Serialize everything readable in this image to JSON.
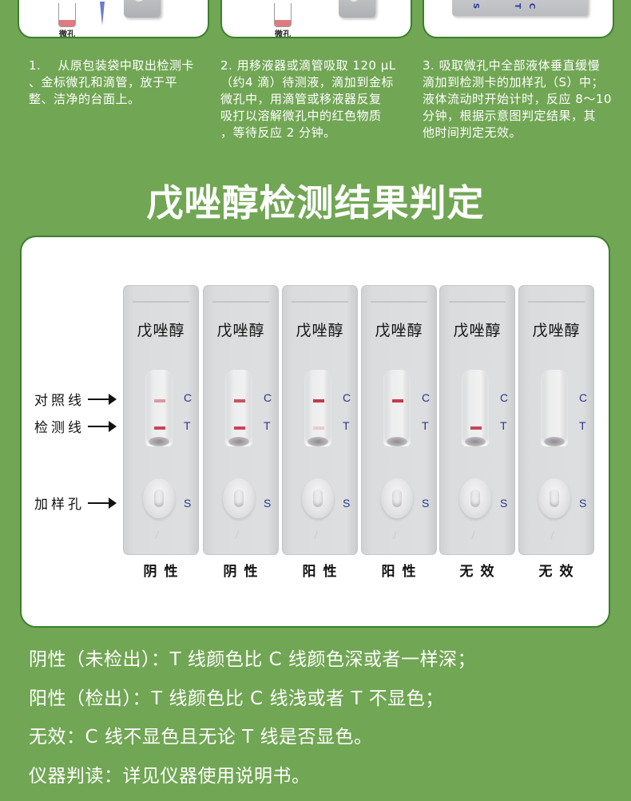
{
  "top_steps": [
    {
      "image_label": "微孔",
      "text": "1.    从原包装袋中取出检测卡、金标微孔和滴管，放于平整、洁净的台面上。"
    },
    {
      "image_label": "微孔",
      "text": "2. 用移液器或滴管吸取 120 μL（约4 滴）待测液，滴加到金标微孔中，用滴管或移液器反复吸打以溶解微孔中的红色物质，等待反应 2 分钟。"
    },
    {
      "image_label": "",
      "text": "3. 吸取微孔中全部液体垂直缓慢滴加到检测卡的加样孔（S）中；液体流动时开始计时，反应 8～10 分钟，根据示意图判定结果，其他时间判定无效。"
    }
  ],
  "step1_lines": [
    "1.    从原包装袋中取出检测卡",
    "、金标微孔和滴管，放于平",
    "整、洁净的台面上。"
  ],
  "step2_lines": [
    "2. 用移液器或滴管吸取 120 μL",
    "（约4 滴）待测液，滴加到金标",
    "微孔中，用滴管或移液器反复",
    "吸打以溶解微孔中的红色物质",
    "，等待反应 2 分钟。"
  ],
  "step3_lines": [
    "3. 吸取微孔中全部液体垂直缓慢",
    "滴加到检测卡的加样孔（S）中；",
    "液体流动时开始计时，反应 8～10",
    "分钟，根据示意图判定结果，其",
    "他时间判定无效。"
  ],
  "mini_labels": {
    "well": "微孔",
    "s": "S",
    "t": "T",
    "c": "C"
  },
  "title": "戊唑醇检测结果判定",
  "callouts": {
    "control_line": "对照线",
    "test_line": "检测线",
    "sample_well": "加样孔"
  },
  "cassette_labels": {
    "c": "C",
    "t": "T",
    "s": "S"
  },
  "cassettes": [
    {
      "name": "戊唑醇",
      "result": "阴性",
      "c_line": "#d99aa6",
      "t_line": "#c8455a"
    },
    {
      "name": "戊唑醇",
      "result": "阴性",
      "c_line": "#cc5264",
      "t_line": "#c8455a"
    },
    {
      "name": "戊唑醇",
      "result": "阳性",
      "c_line": "#c23a4e",
      "t_line": "#ecc9cf"
    },
    {
      "name": "戊唑醇",
      "result": "阳性",
      "c_line": "#c23a4e",
      "t_line": null
    },
    {
      "name": "戊唑醇",
      "result": "无效",
      "c_line": null,
      "t_line": "#c8455a"
    },
    {
      "name": "戊唑醇",
      "result": "无效",
      "c_line": null,
      "t_line": null
    }
  ],
  "legend": [
    "阴性（未检出）：T 线颜色比 C 线颜色深或者一样深；",
    "阳性（检出）：T 线颜色比 C 线浅或者 T 不显色；",
    "无效：C 线不显色且无论 T 线是否显色。",
    "仪器判读：详见仪器使用说明书。"
  ],
  "colors": {
    "background": "#71a654",
    "card_border": "#3d7f2e",
    "line_label": "#2a3590"
  }
}
